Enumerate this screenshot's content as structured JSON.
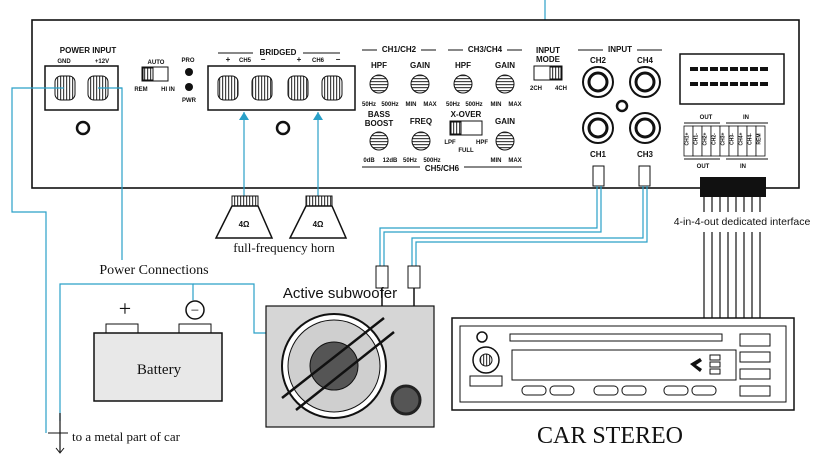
{
  "amplifier": {
    "power_input": {
      "title": "POWER INPUT",
      "gnd": "GND",
      "plus12v": "+12V"
    },
    "auto_switch": {
      "title": "AUTO",
      "rem": "REM",
      "hiin": "HI IN"
    },
    "pro_pwr": {
      "pro": "PRO",
      "pwr": "PWR"
    },
    "bridged": {
      "title": "BRIDGED",
      "ch5": "CH5",
      "ch6": "CH6",
      "plus": "+",
      "minus": "−"
    },
    "ch12": {
      "title": "CH1/CH2",
      "hpf": "HPF",
      "gain": "GAIN",
      "hpf_min": "50Hz",
      "hpf_max": "500Hz",
      "gain_min": "MIN",
      "gain_max": "MAX"
    },
    "ch34": {
      "title": "CH3/CH4",
      "hpf": "HPF",
      "gain": "GAIN",
      "hpf_min": "50Hz",
      "hpf_max": "500Hz",
      "gain_min": "MIN",
      "gain_max": "MAX"
    },
    "ch56": {
      "title": "CH5/CH6",
      "bass_boost_1": "BASS",
      "bass_boost_2": "BOOST",
      "bb_min": "0dB",
      "bb_max": "12dB",
      "freq": "FREQ",
      "freq_min": "50Hz",
      "freq_max": "500Hz",
      "xover": "X-OVER",
      "lpf": "LPF",
      "hpf": "HPF",
      "full": "FULL",
      "gain": "GAIN",
      "gain_min": "MIN",
      "gain_max": "MAX"
    },
    "input_mode": {
      "title_1": "INPUT",
      "title_2": "MODE",
      "opt1": "2CH",
      "opt2": "4CH"
    },
    "input": {
      "title": "INPUT",
      "ch1": "CH1",
      "ch2": "CH2",
      "ch3": "CH3",
      "ch4": "CH4"
    },
    "interface": {
      "out": "OUT",
      "in": "IN",
      "pins": [
        "CH1+",
        "CH1-",
        "CH2+",
        "CH2-",
        "CH3+",
        "CH3-",
        "CH4+",
        "CH4-",
        "REM"
      ]
    }
  },
  "labels": {
    "horn_impedance": "4Ω",
    "full_frequency_horn": "full-frequency horn",
    "power_connections": "Power Connections",
    "battery": "Battery",
    "battery_plus": "+",
    "battery_minus": "−",
    "active_subwoofer": "Active subwoofer",
    "interface_caption": "4-in-4-out dedicated interface",
    "ground_caption": "to a metal part of car",
    "car_stereo": "CAR STEREO"
  },
  "colors": {
    "wire": "#2aa0c8",
    "line": "#111111",
    "panel_fill": "#ffffff",
    "subwoofer_fill": "#d6d6d6",
    "battery_fill": "#e8e8e8"
  }
}
